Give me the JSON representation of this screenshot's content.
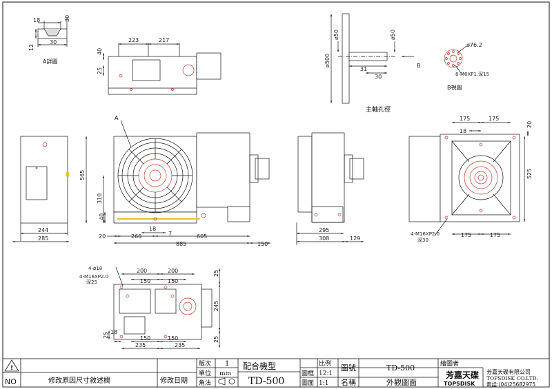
{
  "views": {
    "detail_a": {
      "label": "A詳圖",
      "dims": {
        "top": "18",
        "right": "30",
        "left": "12",
        "bottom": "30"
      }
    },
    "top_view": {
      "dims": {
        "w1": "223",
        "w2": "217",
        "h1": "40",
        "h2": "25"
      }
    },
    "spindle_hole": {
      "caption": "主軸孔徑",
      "dims": {
        "d1": "ø50",
        "d2": "ø50",
        "d3": "ø500",
        "l1": "31",
        "l2": "30"
      },
      "arrow_label": "B"
    },
    "view_b": {
      "label": "B視圖",
      "dim_dia": "ø76.2",
      "dim_holes": "8-M6XP1.深15"
    },
    "left_view": {
      "dims": {
        "d1": "244",
        "d2": "285"
      }
    },
    "front_view": {
      "callout": "A",
      "dims": {
        "h565": "565",
        "h310": "310",
        "h40": "40",
        "d18": "18",
        "d7": "7",
        "d20": "20",
        "d260": "260",
        "d605": "605",
        "d885": "885",
        "d150": "150"
      }
    },
    "side_view": {
      "dims": {
        "d295": "295",
        "d308": "308",
        "d129": "129"
      }
    },
    "right_view": {
      "dims": {
        "top175a": "175",
        "top175b": "175",
        "top18": "18",
        "r20": "20",
        "r525": "525",
        "b175a": "175",
        "b175b": "175",
        "holes": "4-M16XP2.0",
        "depth": "深30"
      }
    },
    "bottom_view": {
      "dims": {
        "holes1": "4-ø18",
        "holes2": "4-M16XP2.0",
        "depth": "深25",
        "t200a": "200",
        "t200b": "200",
        "t150a": "150",
        "t150b": "150",
        "b150a": "150",
        "b150b": "150",
        "b235a": "235",
        "b235b": "235",
        "r25a": "25",
        "r25b": "25",
        "r245": "245",
        "l25": "25",
        "l18": "18"
      }
    }
  },
  "title_block": {
    "no_label": "NO",
    "remark": "修改原因尺寸敘述欄",
    "date_label": "修改日期",
    "rev_label": "版次",
    "rev_value": "1",
    "unit_label": "單位",
    "unit_value": "mm",
    "angle_label": "角法",
    "machine_label": "配合機型",
    "machine_value": "TD-500",
    "scale_label": "比例",
    "scale_frame_label": "圖框",
    "scale_frame_value": "12:1",
    "scale_drawing_label": "圖面",
    "scale_drawing_value": "1:1",
    "drawing_no_label": "圖號",
    "drawing_no_value": "TD-500",
    "name_label": "名稱",
    "name_value": "外觀圖面",
    "drafter_label": "繪圖者",
    "logo_cn": "芳嘉天碟",
    "logo_en": "TOPSDISK",
    "company_cn": "芳嘉天碟有限公司",
    "company_en": "TOPSDISK CO.LTD.",
    "company_tel": "電話:(04)25682975"
  }
}
